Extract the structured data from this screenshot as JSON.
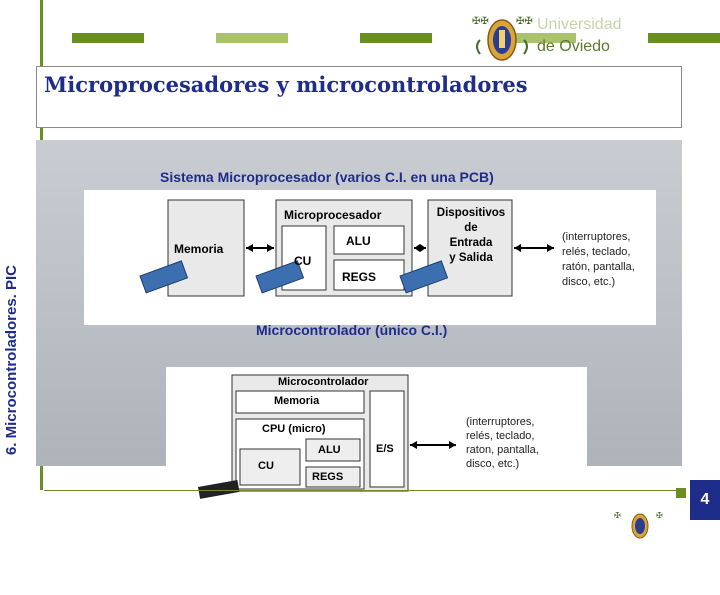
{
  "university": {
    "line1": "Universidad",
    "line2": "de Oviedo"
  },
  "sidebar": {
    "section_title": "6. Microcontroladores. PIC"
  },
  "slide": {
    "title": "Microprocesadores y microcontroladores",
    "page_number": "4",
    "colors": {
      "accent_blue": "#1f2d8a",
      "accent_green": "#6b8e23"
    }
  },
  "section1": {
    "heading": "Sistema Microprocesador (varios C.I. en una PCB)",
    "memory": "Memoria",
    "micro": "Microprocesador",
    "alu": "ALU",
    "cu": "CU",
    "regs": "REGS",
    "io_1": "Dispositivos",
    "io_2": "de",
    "io_3": "Entrada",
    "io_4": "y Salida",
    "ext_1": "(interruptores,",
    "ext_2": "relés, teclado,",
    "ext_3": "ratón, pantalla,",
    "ext_4": "disco, etc.)"
  },
  "section2": {
    "heading": "Microcontrolador (único C.I.)",
    "mcu": "Microcontrolador",
    "memory": "Memoria",
    "cpu": "CPU (micro)",
    "alu": "ALU",
    "cu": "CU",
    "regs": "REGS",
    "es": "E/S",
    "ext_1": "(interruptores,",
    "ext_2": "relés, teclado,",
    "ext_3": "raton, pantalla,",
    "ext_4": "disco, etc.)"
  }
}
